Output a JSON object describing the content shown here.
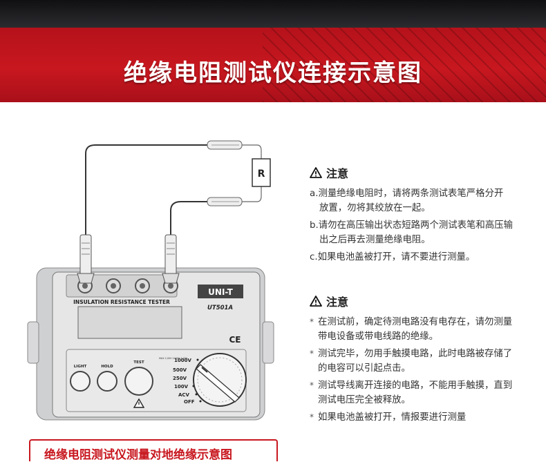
{
  "title": "绝缘电阻测试仪连接示意图",
  "device": {
    "brand": "UNI-T",
    "model": "UT501A",
    "panel_label": "INSULATION RESISTANCE TESTER",
    "resistor_label": "R",
    "ce_mark": "CE",
    "buttons": [
      "LIGHT",
      "HOLD",
      "TEST"
    ],
    "max_label": "MAX 2,000 1000V 4,000",
    "dial_positions": [
      "1000V",
      "500V",
      "250V",
      "100V",
      "ACV",
      "OFF"
    ]
  },
  "notes1": {
    "heading": "注意",
    "items": [
      {
        "line1": "a.测量绝缘电阻时，请将两条测试表笔严格分开",
        "line2": "放置，勿将其绞放在一起。"
      },
      {
        "line1": "b.请勿在高压输出状态短路两个测试表笔和高压输",
        "line2": "出之后再去测量绝缘电阻。"
      },
      {
        "line1": "c.如果电池盖被打开，请不要进行测量。",
        "line2": ""
      }
    ]
  },
  "notes2": {
    "heading": "注意",
    "items": [
      {
        "line1": "在测试前，确定待测电路没有电存在，请勿测量",
        "line2": "带电设备或带电线路的绝缘。"
      },
      {
        "line1": "测试完毕，勿用手触摸电路，此时电路被存储了",
        "line2": "的电容可以引起点击。"
      },
      {
        "line1": "测试导线离开连接的电路，不能用手触摸，直到",
        "line2": "测试电压完全被释放。"
      },
      {
        "line1": "如果电池盖被打开，情报要进行测量",
        "line2": ""
      }
    ]
  },
  "bottom_caption": "绝缘电阻测试仪测量对地绝缘示意图",
  "colors": {
    "accent": "#c8171f",
    "device_body": "#e6e6e6",
    "lcd": "#d8d8d8"
  }
}
